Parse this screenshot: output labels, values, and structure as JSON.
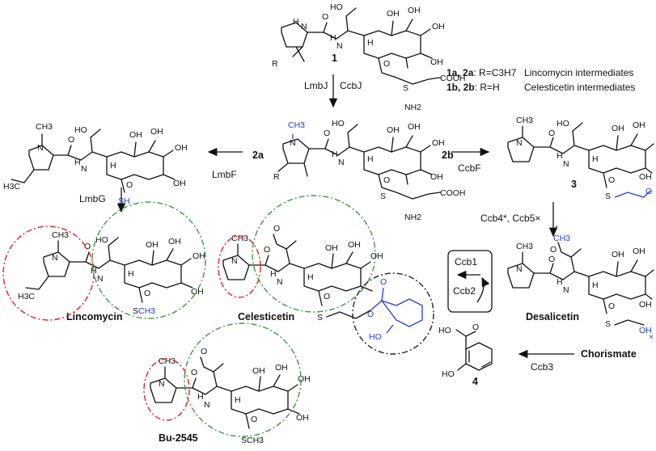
{
  "compounds": {
    "c1": "1",
    "c2a": "2a",
    "c2b": "2b",
    "c3": "3",
    "c4": "4",
    "lincomycin": "Lincomycin",
    "celesticetin": "Celesticetin",
    "desalicetin": "Desalicetin",
    "bu": "Bu-2545",
    "chorismate": "Chorismate"
  },
  "legend": {
    "row1_ids": "1a, 2a",
    "row1_r": ": R=C3H7",
    "row1_desc": "Lincomycin intermediates",
    "row2_ids": "1b, 2b",
    "row2_r": ": R=H",
    "row2_desc": "Celesticetin intermediates"
  },
  "enzymes": {
    "lmbj": "LmbJ",
    "ccbj": "CcbJ",
    "lmbf": "LmbF",
    "ccbf": "CcbF",
    "lmbg": "LmbG",
    "ccb45": "Ccb4*, Ccb5×",
    "ccb1": "Ccb1",
    "ccb2": "Ccb2",
    "ccb3": "Ccb3"
  },
  "atoms": {
    "HO": "HO",
    "OH": "OH",
    "O": "O",
    "H": "H",
    "N": "N",
    "NH": "NH",
    "NH2": "NH2",
    "S": "S",
    "SH": "SH",
    "SCH3": "SCH3",
    "CH3": "CH3",
    "COOH": "COOH",
    "R": "R",
    "H3C": "H3C",
    "star": "*",
    "cross": "×"
  },
  "colors": {
    "highlight_blue": "#1f3fd0",
    "ring_red": "#e0202a",
    "ring_green": "#3a9a3a",
    "ring_black": "#222222"
  }
}
